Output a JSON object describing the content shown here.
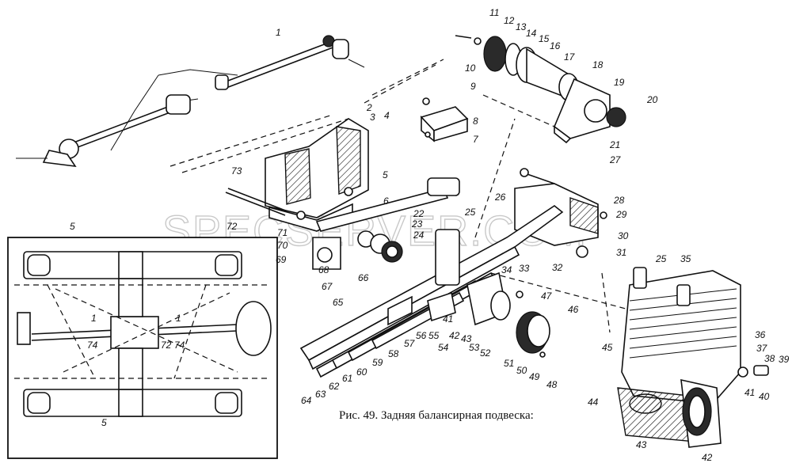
{
  "figure": {
    "caption": "Рис. 49. Задняя балансирная подвеска:",
    "watermark": "SPECSERVER.COM"
  },
  "labels": [
    {
      "id": "l1a",
      "text": "1"
    },
    {
      "id": "l2",
      "text": "2"
    },
    {
      "id": "l3",
      "text": "3"
    },
    {
      "id": "l4",
      "text": "4"
    },
    {
      "id": "l5a",
      "text": "5"
    },
    {
      "id": "l6",
      "text": "6"
    },
    {
      "id": "l7",
      "text": "7"
    },
    {
      "id": "l8",
      "text": "8"
    },
    {
      "id": "l9",
      "text": "9"
    },
    {
      "id": "l10a",
      "text": "10"
    },
    {
      "id": "l11",
      "text": "11"
    },
    {
      "id": "l12",
      "text": "12"
    },
    {
      "id": "l13",
      "text": "13"
    },
    {
      "id": "l14",
      "text": "14"
    },
    {
      "id": "l15",
      "text": "15"
    },
    {
      "id": "l16",
      "text": "16"
    },
    {
      "id": "l17",
      "text": "17"
    },
    {
      "id": "l18",
      "text": "18"
    },
    {
      "id": "l19",
      "text": "19"
    },
    {
      "id": "l20",
      "text": "20"
    },
    {
      "id": "l21",
      "text": "21"
    },
    {
      "id": "l22",
      "text": "22"
    },
    {
      "id": "l23",
      "text": "23"
    },
    {
      "id": "l24",
      "text": "24"
    },
    {
      "id": "l25a",
      "text": "25"
    },
    {
      "id": "l25b",
      "text": "25"
    },
    {
      "id": "l26",
      "text": "26"
    },
    {
      "id": "l27",
      "text": "27"
    },
    {
      "id": "l28",
      "text": "28"
    },
    {
      "id": "l29",
      "text": "29"
    },
    {
      "id": "l30",
      "text": "30"
    },
    {
      "id": "l31",
      "text": "31"
    },
    {
      "id": "l32",
      "text": "32"
    },
    {
      "id": "l33",
      "text": "33"
    },
    {
      "id": "l34",
      "text": "34"
    },
    {
      "id": "l35",
      "text": "35"
    },
    {
      "id": "l36",
      "text": "36"
    },
    {
      "id": "l37",
      "text": "37"
    },
    {
      "id": "l38",
      "text": "38"
    },
    {
      "id": "l39",
      "text": "39"
    },
    {
      "id": "l40",
      "text": "40"
    },
    {
      "id": "l41a",
      "text": "41"
    },
    {
      "id": "l41b",
      "text": "41"
    },
    {
      "id": "l42a",
      "text": "42"
    },
    {
      "id": "l42b",
      "text": "42"
    },
    {
      "id": "l43a",
      "text": "43"
    },
    {
      "id": "l43b",
      "text": "43"
    },
    {
      "id": "l44",
      "text": "44"
    },
    {
      "id": "l45",
      "text": "45"
    },
    {
      "id": "l46",
      "text": "46"
    },
    {
      "id": "l47",
      "text": "47"
    },
    {
      "id": "l48",
      "text": "48"
    },
    {
      "id": "l49",
      "text": "49"
    },
    {
      "id": "l50",
      "text": "50"
    },
    {
      "id": "l51",
      "text": "51"
    },
    {
      "id": "l52",
      "text": "52"
    },
    {
      "id": "l53",
      "text": "53"
    },
    {
      "id": "l54",
      "text": "54"
    },
    {
      "id": "l55",
      "text": "55"
    },
    {
      "id": "l56",
      "text": "56"
    },
    {
      "id": "l57",
      "text": "57"
    },
    {
      "id": "l58",
      "text": "58"
    },
    {
      "id": "l59",
      "text": "59"
    },
    {
      "id": "l60",
      "text": "60"
    },
    {
      "id": "l61",
      "text": "61"
    },
    {
      "id": "l62",
      "text": "62"
    },
    {
      "id": "l63",
      "text": "63"
    },
    {
      "id": "l64",
      "text": "64"
    },
    {
      "id": "l65",
      "text": "65"
    },
    {
      "id": "l66",
      "text": "66"
    },
    {
      "id": "l67",
      "text": "67"
    },
    {
      "id": "l68",
      "text": "68"
    },
    {
      "id": "l69",
      "text": "69"
    },
    {
      "id": "l70",
      "text": "70"
    },
    {
      "id": "l71",
      "text": "71"
    },
    {
      "id": "l72a",
      "text": "72"
    },
    {
      "id": "l73",
      "text": "73"
    },
    {
      "id": "i5a",
      "text": "5"
    },
    {
      "id": "i5b",
      "text": "5"
    },
    {
      "id": "i1",
      "text": "1"
    },
    {
      "id": "i1b",
      "text": "1"
    },
    {
      "id": "i74a",
      "text": "74"
    },
    {
      "id": "i72",
      "text": "72"
    },
    {
      "id": "i74b",
      "text": "74"
    }
  ]
}
